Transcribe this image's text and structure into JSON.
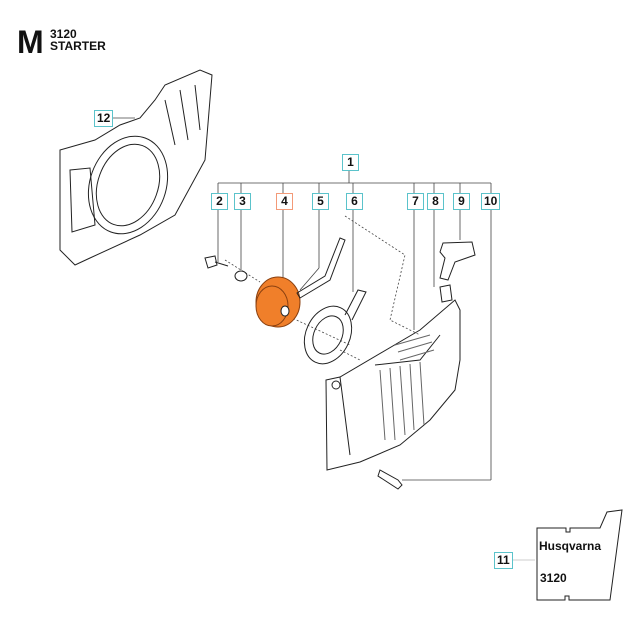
{
  "header": {
    "section_letter": "M",
    "model": "3120",
    "title": "STARTER"
  },
  "callouts": [
    {
      "num": "1"
    },
    {
      "num": "2"
    },
    {
      "num": "3"
    },
    {
      "num": "4"
    },
    {
      "num": "5"
    },
    {
      "num": "6"
    },
    {
      "num": "7"
    },
    {
      "num": "8"
    },
    {
      "num": "9"
    },
    {
      "num": "10"
    },
    {
      "num": "11"
    },
    {
      "num": "12"
    }
  ],
  "highlighted_part": "4",
  "colors": {
    "callout_border": "#5bc3cb",
    "highlight_border": "#f39a78",
    "highlight_part": "#f07f2a"
  },
  "decal": {
    "brand": "Husqvarna",
    "model": "3120"
  }
}
